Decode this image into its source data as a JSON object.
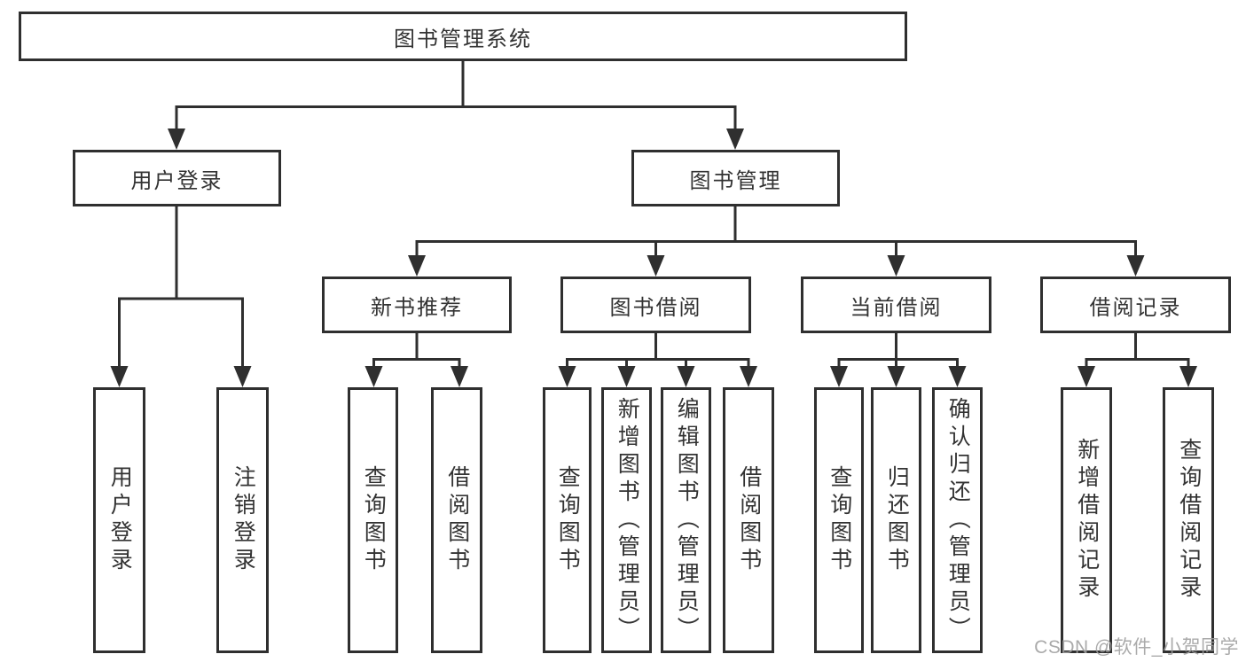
{
  "colors": {
    "line": "#2f2f2f",
    "text": "#333333",
    "box_background": "#ffffff",
    "watermark": "#9e9e9e"
  },
  "tree": {
    "root": "图书管理系统",
    "branches": [
      {
        "label": "用户登录",
        "children": [
          "用户登录",
          "注销登录"
        ]
      },
      {
        "label": "图书管理",
        "groups": [
          {
            "label": "新书推荐",
            "children": [
              "查询图书",
              "借阅图书"
            ]
          },
          {
            "label": "图书借阅",
            "children": [
              "查询图书",
              "新增图书（管理员）",
              "编辑图书（管理员）",
              "借阅图书"
            ]
          },
          {
            "label": "当前借阅",
            "children": [
              "查询图书",
              "归还图书",
              "确认归还（管理员）"
            ]
          },
          {
            "label": "借阅记录",
            "children": [
              "新增借阅记录",
              "查询借阅记录"
            ]
          }
        ]
      }
    ]
  },
  "watermark": {
    "text": "CSDN @软件_小贺同学"
  }
}
